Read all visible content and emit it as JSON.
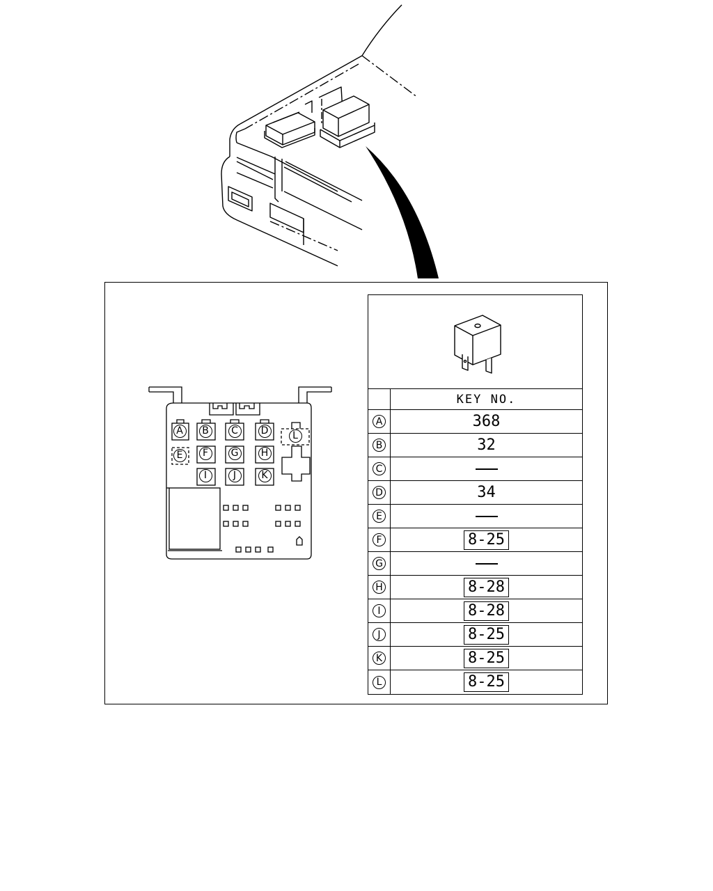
{
  "diagram": {
    "table_header": "KEY NO.",
    "rows": [
      {
        "letter": "A",
        "value": "368",
        "boxed": false,
        "dash": false
      },
      {
        "letter": "B",
        "value": "32",
        "boxed": false,
        "dash": false
      },
      {
        "letter": "C",
        "value": "",
        "boxed": false,
        "dash": true
      },
      {
        "letter": "D",
        "value": "34",
        "boxed": false,
        "dash": false
      },
      {
        "letter": "E",
        "value": "",
        "boxed": false,
        "dash": true
      },
      {
        "letter": "F",
        "value": "8-25",
        "boxed": true,
        "dash": false
      },
      {
        "letter": "G",
        "value": "",
        "boxed": false,
        "dash": true
      },
      {
        "letter": "H",
        "value": "8-28",
        "boxed": true,
        "dash": false
      },
      {
        "letter": "I",
        "value": "8-28",
        "boxed": true,
        "dash": false
      },
      {
        "letter": "J",
        "value": "8-25",
        "boxed": true,
        "dash": false
      },
      {
        "letter": "K",
        "value": "8-25",
        "boxed": true,
        "dash": false
      },
      {
        "letter": "L",
        "value": "8-25",
        "boxed": true,
        "dash": false
      }
    ],
    "box_labels": [
      "A",
      "B",
      "C",
      "D",
      "E",
      "F",
      "G",
      "H",
      "I",
      "J",
      "K",
      "L"
    ]
  }
}
